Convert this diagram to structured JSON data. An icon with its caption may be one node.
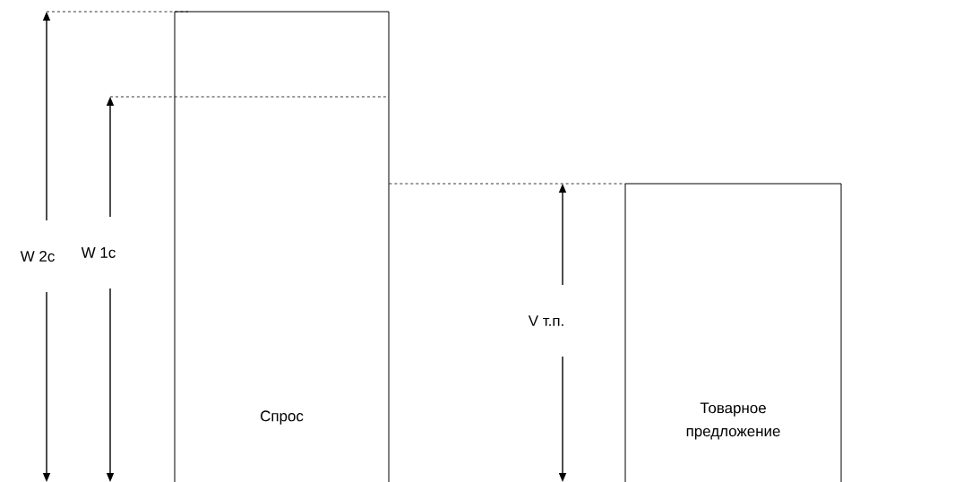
{
  "diagram": {
    "nodes": [
      {
        "text": [
          "Спрос"
        ]
      },
      {
        "text": [
          "Товарное предложение"
        ]
      }
    ],
    "edges": [
      {
        "from": 0,
        "to": 1,
        "arrow": "none",
        "style": "dashed"
      }
    ],
    "labels": [
      "W 2c",
      "W 1c",
      "V т.п."
    ]
  }
}
